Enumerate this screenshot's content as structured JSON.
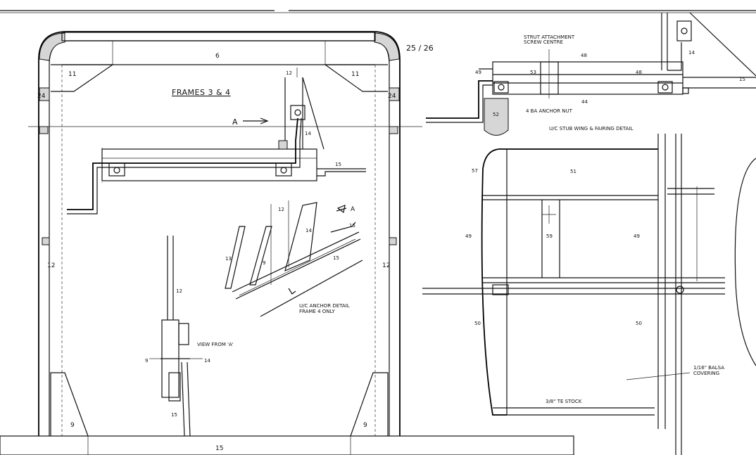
{
  "frames_title": "FRAMES  3 & 4",
  "view_a_arrow": "A",
  "view_a_arrow_iso": "A",
  "view_from_a": "VIEW FROM 'A'",
  "uc_anchor_detail": [
    "U/C ANCHOR DETAIL",
    "FRAME 4 ONLY"
  ],
  "strut_attachment": [
    "STRUT ATTACHMENT",
    "SCREW CENTRE"
  ],
  "anchor_nut": "4 BA ANCHOR NUT",
  "stub_wing_title": "U/C STUB WING & FAIRING DETAIL",
  "balsa_covering": [
    "1/16\" BALSA",
    "COVERING"
  ],
  "tie_stock": "3/8\" TE STOCK",
  "part_numbers": {
    "p25_26": "25 / 26",
    "p6": "6",
    "p11_left": "11",
    "p11_right": "11",
    "p24_left": "24",
    "p24_right": "24",
    "p12_left": "12",
    "p12_right": "12",
    "p12_top": "12",
    "p12_vert": "12",
    "p12_iso": "12",
    "p14_top": "14",
    "p14_iso": "14",
    "p14_view": "14",
    "p15_top": "15",
    "p15_iso_a": "15",
    "p15_iso_b": "15",
    "p15_bottom": "15",
    "p15_view": "15",
    "p13_iso": "13",
    "p9_iso": "9",
    "p9_view": "9",
    "p9_left": "9",
    "p9_right": "9",
    "p48_top": "48",
    "p48_right": "48",
    "p49_left": "49",
    "p53": "53",
    "p44": "44",
    "p52": "52",
    "p14_tr": "14",
    "p15_tr": "15",
    "p57": "57",
    "p51": "51",
    "p49_mid_left": "49",
    "p49_mid_right": "49",
    "p59": "59",
    "p50_left": "50",
    "p50_right": "50"
  }
}
